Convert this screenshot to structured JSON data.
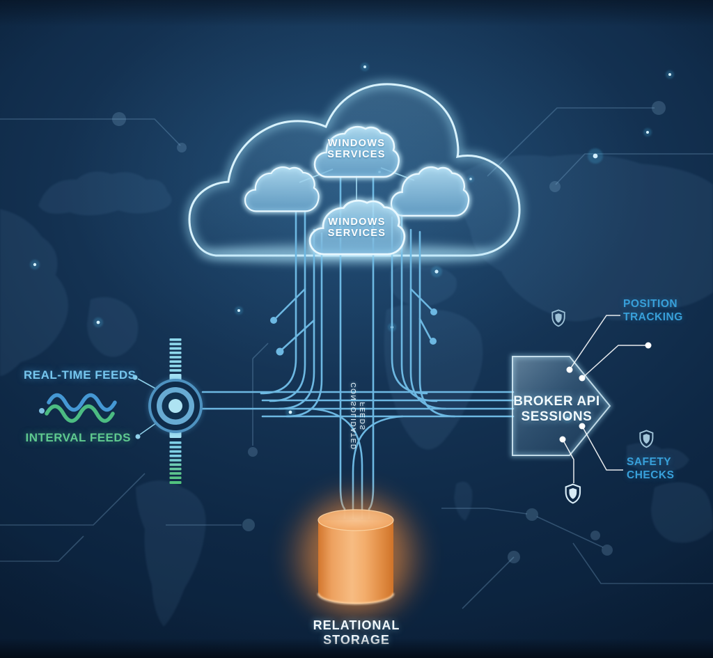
{
  "cloud": {
    "windows_services_top": {
      "line1": "WINDOWS",
      "line2": "SERVICES"
    },
    "windows_services_bottom": {
      "line1": "WINDOWS",
      "line2": "SERVICES"
    }
  },
  "feeds": {
    "realtime_label": "REAL-TIME FEEDS",
    "interval_label": "INTERVAL FEEDS"
  },
  "pipeline": {
    "consolidated": {
      "line1": "CONSOLIDATED",
      "line2": "FEEDS"
    }
  },
  "broker": {
    "label": {
      "line1": "BROKER API",
      "line2": "SESSIONS"
    },
    "callout_top": {
      "line1": "POSITION",
      "line2": "TRACKING"
    },
    "callout_bottom": {
      "line1": "SAFETY",
      "line2": "CHECKS"
    }
  },
  "storage": {
    "label": {
      "line1": "RELATIONAL",
      "line2": "STORAGE"
    }
  },
  "icons": {
    "shield": "shield-icon",
    "shield_count": 3
  },
  "colors": {
    "background": "#0f2a47",
    "circuit_line_blue": "#6db8e2",
    "cloud_glow": "#aee4fa",
    "label_light_blue": "#76c6ee",
    "label_green": "#5fc98f",
    "callout_blue": "#38a0da",
    "storage_orange": "#f2a055",
    "white": "#ffffff"
  }
}
